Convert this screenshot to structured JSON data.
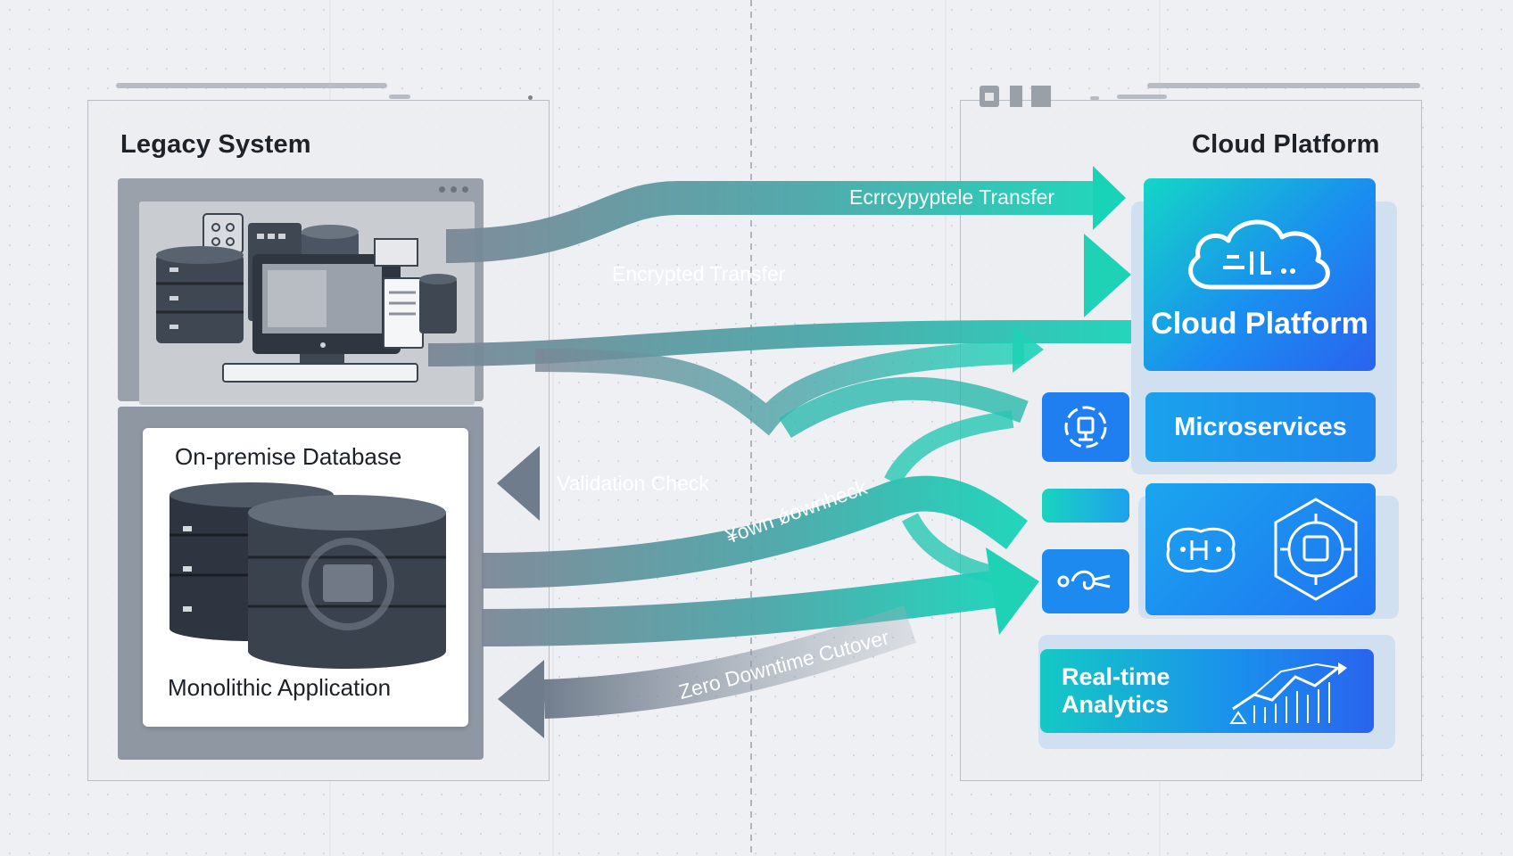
{
  "legacy": {
    "title": "Legacy System",
    "db_title": "On-premise Database",
    "app_title": "Monolithic Application"
  },
  "cloud": {
    "title": "Cloud Platform",
    "tile_platform": "Cloud Platform",
    "tile_microservices": "Microservices",
    "tile_analytics_line1": "Real-time",
    "tile_analytics_line2": "Analytics"
  },
  "flows": {
    "top": "Ecrrcypyptele Transfer",
    "encrypted": "Encrypted Transfer",
    "validation": "Validation Check",
    "downcheck": "¥own ǿownheck",
    "cutover": "Zero Downtime Cutover"
  },
  "colors": {
    "teal": "#19d3b8",
    "slate": "#6f7c8c",
    "blue": "#1e6ff2",
    "cyan": "#12b8e6"
  }
}
